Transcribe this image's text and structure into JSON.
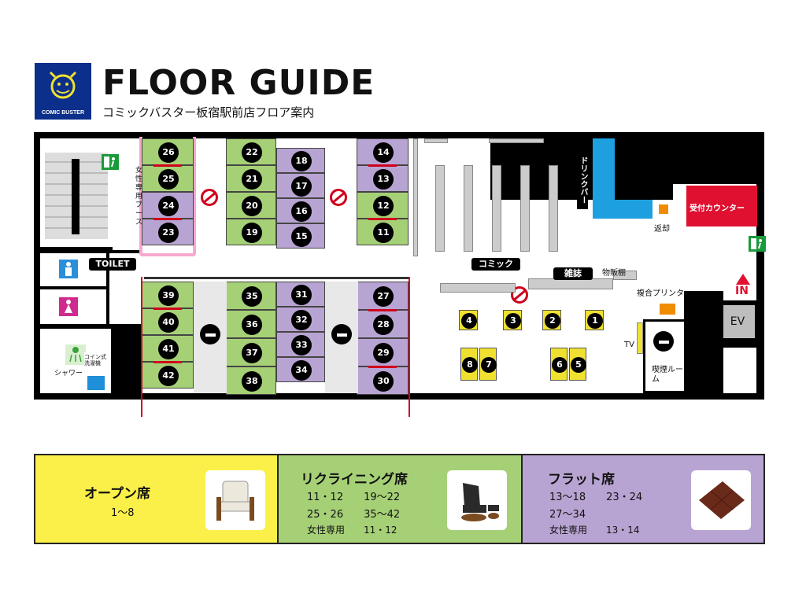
{
  "header": {
    "logo_text": "COMIC BUSTER",
    "title": "FLOOR GUIDE",
    "subtitle": "コミックバスター板宿駅前店フロア案内"
  },
  "colors": {
    "open": "#fbf04a",
    "reclining": "#a6d076",
    "flat": "#b8a4d2",
    "women_only_border": "#f7a8cf",
    "reception": "#e01030",
    "drink_bar": "#1ea0e0",
    "background": "#000000"
  },
  "map": {
    "labels": {
      "toilet": "TOILET",
      "shower": "シャワー",
      "coin_laundry": "コイン式洗濯機",
      "women_booth": "女性専用ブース",
      "drink_bar": "ドリンクバー",
      "return": "返却",
      "reception": "受付カウンター",
      "comic": "コミック",
      "magazine": "雑誌",
      "vending": "物販棚",
      "printer": "複合プリンター",
      "entrance": "IN",
      "elevator": "EV",
      "tv": "TV",
      "smoking_room": "喫煙ルーム"
    },
    "icons": [
      "exit-icon",
      "male-toilet-icon",
      "female-toilet-icon",
      "shower-icon",
      "no-smoking-icon",
      "smoking-icon",
      "entrance-arrow-icon"
    ],
    "seats": {
      "col_a": [
        "26",
        "25",
        "24",
        "23"
      ],
      "col_b": [
        "22",
        "21",
        "20",
        "19"
      ],
      "col_c": [
        "18",
        "17",
        "16",
        "15"
      ],
      "col_d": [
        "14",
        "13",
        "12",
        "11"
      ],
      "col_e": [
        "39",
        "40",
        "41",
        "42"
      ],
      "col_f": [
        "35",
        "36",
        "37",
        "38"
      ],
      "col_g": [
        "31",
        "32",
        "33",
        "34"
      ],
      "col_h": [
        "27",
        "28",
        "29",
        "30"
      ],
      "open_single": [
        "4",
        "3",
        "2",
        "1"
      ],
      "open_pair_left": [
        "8",
        "7"
      ],
      "open_pair_right": [
        "6",
        "5"
      ]
    }
  },
  "legend": {
    "open": {
      "title": "オープン席",
      "lines": [
        "1～8"
      ],
      "photo": "chair-photo"
    },
    "reclining": {
      "title": "リクライニング席",
      "lines": [
        "11・12　　19～22",
        "25・26　　35～42",
        "女性専用　　11・12"
      ],
      "photo": "recliner-photo"
    },
    "flat": {
      "title": "フラット席",
      "lines": [
        "13～18　　23・24",
        "27～34",
        "女性専用　　13・14"
      ],
      "photo": "mat-photo"
    }
  }
}
